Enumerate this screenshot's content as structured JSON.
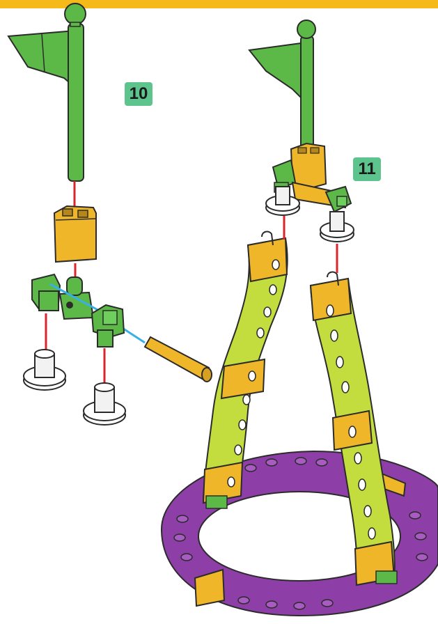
{
  "steps": [
    {
      "number": "10",
      "parts": [
        "flag",
        "connector-block",
        "tee-connector",
        "elbow-connector",
        "elbow-connector",
        "axle-rod",
        "wheel-hub",
        "wheel-hub"
      ]
    },
    {
      "number": "11",
      "parts": [
        "flag-assembly",
        "wheel-hub",
        "wheel-hub",
        "curved-beam",
        "curved-beam",
        "ring-base"
      ]
    }
  ],
  "colors": {
    "top_bar": "#f6b91a",
    "badge": "#5cc48c",
    "flag_green": "#5cb847",
    "connector_orange": "#f0b62a",
    "beam_lime": "#c2dd3d",
    "base_purple": "#8e3ea7",
    "red_guide": "#d9262c",
    "blue_guide": "#39b0e5"
  }
}
